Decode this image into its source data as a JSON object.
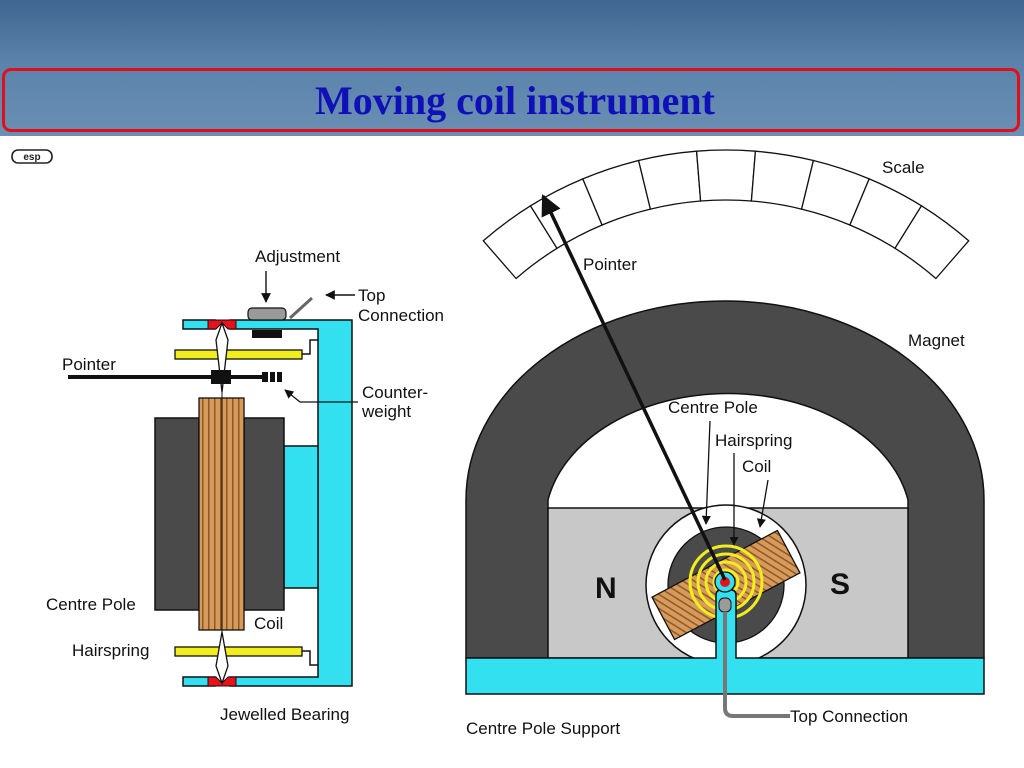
{
  "slide": {
    "title": "Moving coil instrument",
    "logo": "esp"
  },
  "side_view": {
    "labels": {
      "adjustment": "Adjustment",
      "top_connection_1": "Top",
      "top_connection_2": "Connection",
      "pointer": "Pointer",
      "counterweight_1": "Counter-",
      "counterweight_2": "weight",
      "centre_pole": "Centre Pole",
      "coil": "Coil",
      "hairspring": "Hairspring",
      "jewelled_bearing": "Jewelled Bearing"
    }
  },
  "front_view": {
    "labels": {
      "scale": "Scale",
      "pointer": "Pointer",
      "magnet": "Magnet",
      "centre_pole": "Centre Pole",
      "hairspring": "Hairspring",
      "coil": "Coil",
      "north": "N",
      "south": "S",
      "centre_pole_support": "Centre Pole Support",
      "top_connection": "Top Connection"
    }
  },
  "colors": {
    "header": "#4a7099",
    "title_border": "#e0101a",
    "title_text": "#1010b8",
    "cyan": "#33e0f0",
    "magnet": "#4a4a4a",
    "pole_piece": "#c8c8c8",
    "coil": "#d79a5a",
    "hairspring": "#f2ee1e",
    "bearing": "#e8101a"
  }
}
